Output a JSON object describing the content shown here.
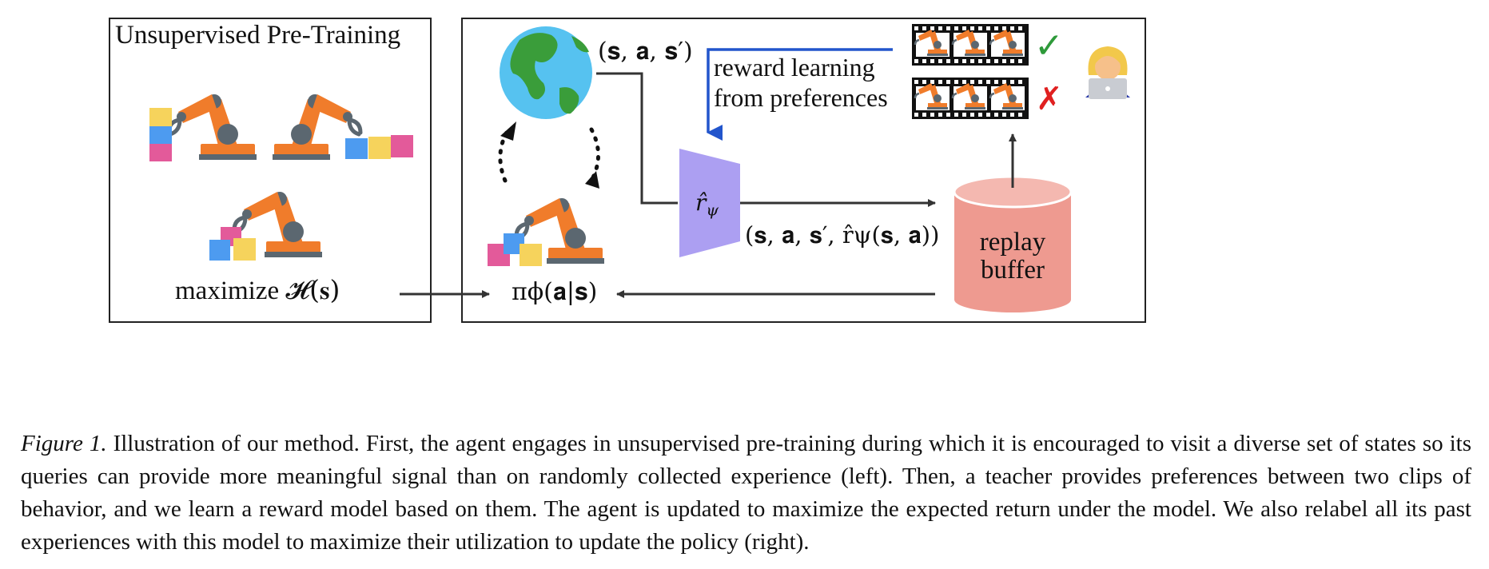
{
  "left_panel": {
    "title": "Unsupervised Pre-Training",
    "objective_prefix": "maximize",
    "objective_math": "𝓗(𝐬)"
  },
  "right_panel": {
    "transition_label": "(𝐬, 𝐚, 𝐬′)",
    "reward_learning_line1": "reward learning",
    "reward_learning_line2": "from preferences",
    "reward_model_label": "r̂",
    "reward_model_subscript": "ψ",
    "relabeled_tuple": "(𝐬, 𝐚, 𝐬′, r̂ψ(𝐬, 𝐚))",
    "replay_line1": "replay",
    "replay_line2": "buffer",
    "policy_label": "πϕ(𝐚|𝐬)",
    "preferred_mark": "✓",
    "rejected_mark": "✗"
  },
  "colors": {
    "robot_orange": "#f07c2b",
    "robot_base": "#5b6770",
    "block_pink": "#e35a9a",
    "block_blue": "#4d9bf0",
    "block_yellow": "#f6d35c",
    "reward_model": "#ac9ff2",
    "replay_buffer": "#ee9a90",
    "pref_arrow": "#2255cc",
    "check_green": "#2e9a3a",
    "cross_red": "#e02020",
    "globe_ocean": "#56c2f0",
    "globe_land": "#3a9d3a"
  },
  "caption": {
    "figure_label": "Figure 1.",
    "text": "Illustration of our method. First, the agent engages in unsupervised pre-training during which it is encouraged to visit a diverse set of states so its queries can provide more meaningful signal than on randomly collected experience (left). Then, a teacher provides preferences between two clips of behavior, and we learn a reward model based on them. The agent is updated to maximize the expected return under the model. We also relabel all its past experiences with this model to maximize their utilization to update the policy (right)."
  }
}
